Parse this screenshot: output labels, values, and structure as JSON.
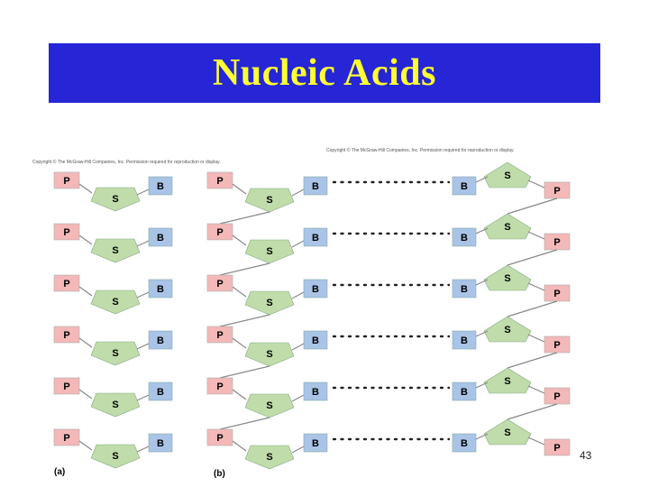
{
  "slide": {
    "title": "Nucleic Acids",
    "slide_number": "43",
    "copyright_text": "Copyright © The McGraw-Hill Companies, Inc. Permission required for reproduction or display."
  },
  "diagram": {
    "panel_labels": [
      "(a)",
      "(b)"
    ],
    "phosphate_label": "P",
    "sugar_label": "S",
    "base_label": "B",
    "nucleotide_rows": 6,
    "colors": {
      "banner": "#2626d6",
      "title": "#ffff33",
      "phosphate_fill": "#f4b8b8",
      "sugar_fill": "#bfdcaa",
      "base_fill": "#a9c4e6"
    }
  }
}
